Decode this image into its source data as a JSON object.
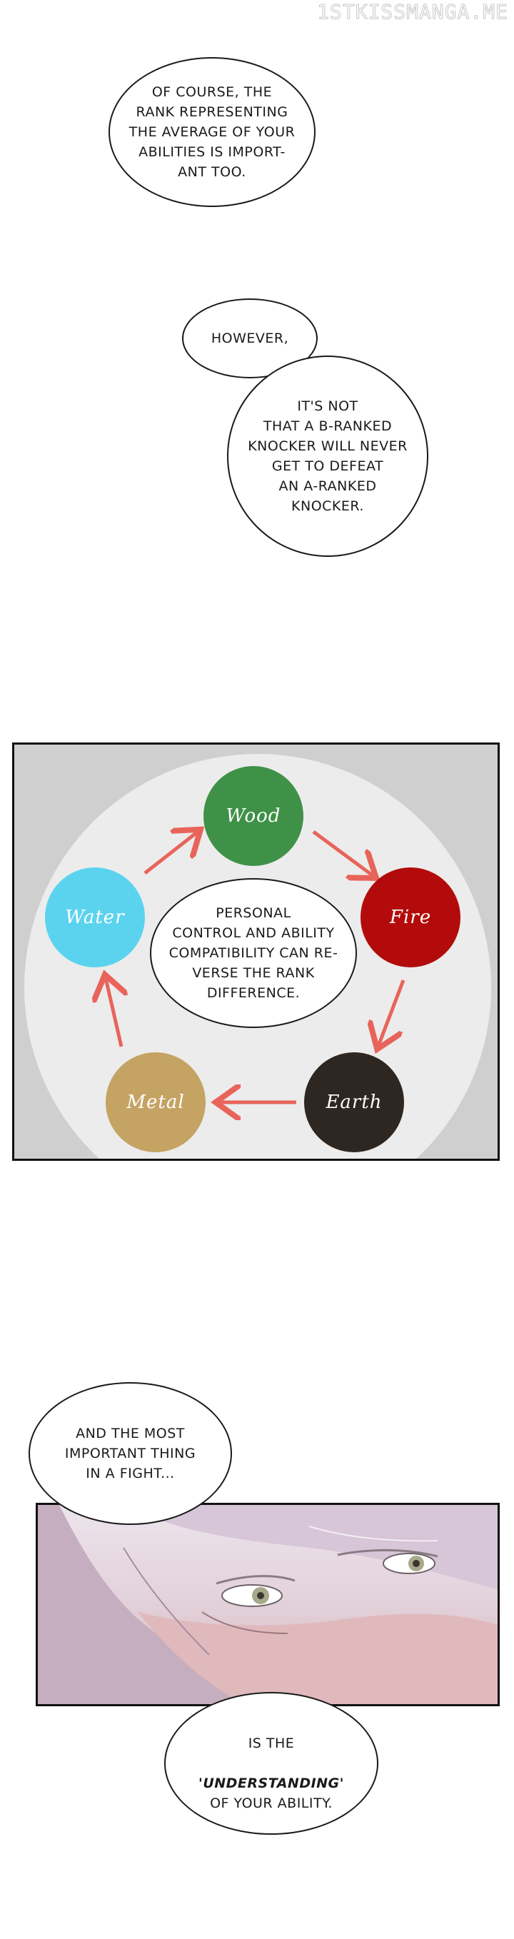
{
  "watermark": "1STKISSMANGA.ME",
  "bubbles": {
    "rank": "OF COURSE, THE\nRANK REPRESENTING\nTHE AVERAGE OF YOUR\nABILITIES IS IMPORT-\nANT TOO.",
    "however": "HOWEVER,",
    "bRank": "IT'S NOT\nTHAT A B-RANKED\nKNOCKER WILL NEVER\nGET TO DEFEAT\nAN A-RANKED\nKNOCKER.",
    "personal": "PERSONAL\nCONTROL AND ABILITY\nCOMPATIBILITY CAN RE-\nVERSE THE RANK\nDIFFERENCE.",
    "mostImportant": "AND THE MOST\nIMPORTANT THING\nIN A FIGHT...",
    "isThe": "IS THE",
    "understanding": "'UNDERSTANDING'",
    "ofAbility": "OF YOUR ABILITY."
  },
  "elements": {
    "wood": {
      "label": "Wood",
      "color": "#3f9147"
    },
    "fire": {
      "label": "Fire",
      "color": "#b30b0b"
    },
    "earth": {
      "label": "Earth",
      "color": "#2e2620"
    },
    "metal": {
      "label": "Metal",
      "color": "#c4a363"
    },
    "water": {
      "label": "Water",
      "color": "#5bd3ef"
    }
  },
  "colors": {
    "arrow": "#e8645a",
    "panelBg": "#cfcfcf",
    "disc": "#ececec"
  }
}
